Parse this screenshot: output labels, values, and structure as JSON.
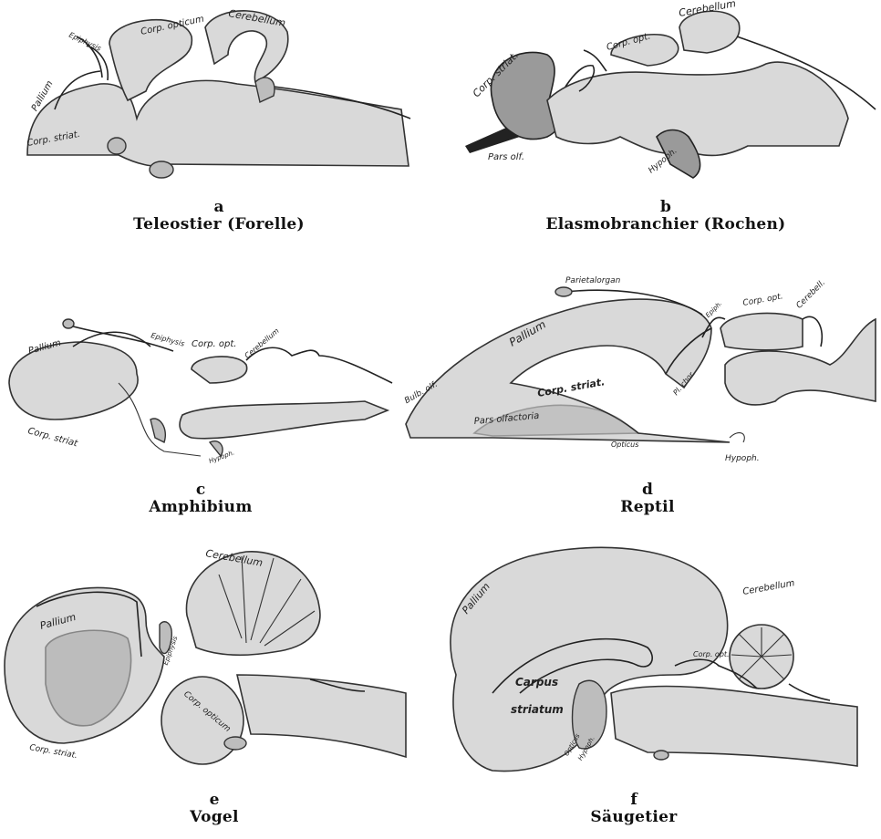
{
  "panels": {
    "a": {
      "letter": "a",
      "name": "Teleostier (Forelle)",
      "labels": {
        "epiphysis": "Epiphysis",
        "corp_opticum": "Corp. opticum",
        "cerebellum": "Cerebellum",
        "pallium": "Pallium",
        "corp_striat": "Corp. striat."
      }
    },
    "b": {
      "letter": "b",
      "name": "Elasmobranchier (Rochen)",
      "labels": {
        "cerebellum": "Cerebellum",
        "corp_opt": "Corp. opt.",
        "corp_striat": "Corp. striat.",
        "pars_olf": "Pars olf.",
        "hypoph": "Hypoph."
      }
    },
    "c": {
      "letter": "c",
      "name": "Amphibium",
      "labels": {
        "pallium": "Pallium",
        "epiphysis": "Epiphysis",
        "corp_opt": "Corp. opt.",
        "cerebellum": "Cerebellum",
        "corp_striat": "Corp. striat",
        "hypoph": "Hypoph."
      }
    },
    "d": {
      "letter": "d",
      "name": "Reptil",
      "labels": {
        "parietalorgan": "Parietalorgan",
        "epiph": "Epiph.",
        "corp_opt": "Corp. opt.",
        "cerebell": "Cerebell.",
        "pallium": "Pallium",
        "corp_striat": "Corp. striat.",
        "pl_chor": "Pl. chor.",
        "bulb_olf": "Bulb. olf.",
        "pars_olfactoria": "Pars olfactoria",
        "opticus": "Opticus",
        "hypoph": "Hypoph."
      }
    },
    "e": {
      "letter": "e",
      "name": "Vogel",
      "labels": {
        "cerebellum": "Cerebellum",
        "pallium": "Pallium",
        "epiphysis": "Epiphysis",
        "corp_opticum": "Corp. opticum",
        "corp_striat": "Corp. striat."
      }
    },
    "f": {
      "letter": "f",
      "name": "Säugetier",
      "labels": {
        "pallium": "Pallium",
        "cerebellum": "Cerebellum",
        "corp_opt": "Corp. opt.",
        "carpus": "Carpus",
        "striatum": "striatum",
        "opticus": "Opticus",
        "hypoph": "Hypoph."
      }
    }
  }
}
